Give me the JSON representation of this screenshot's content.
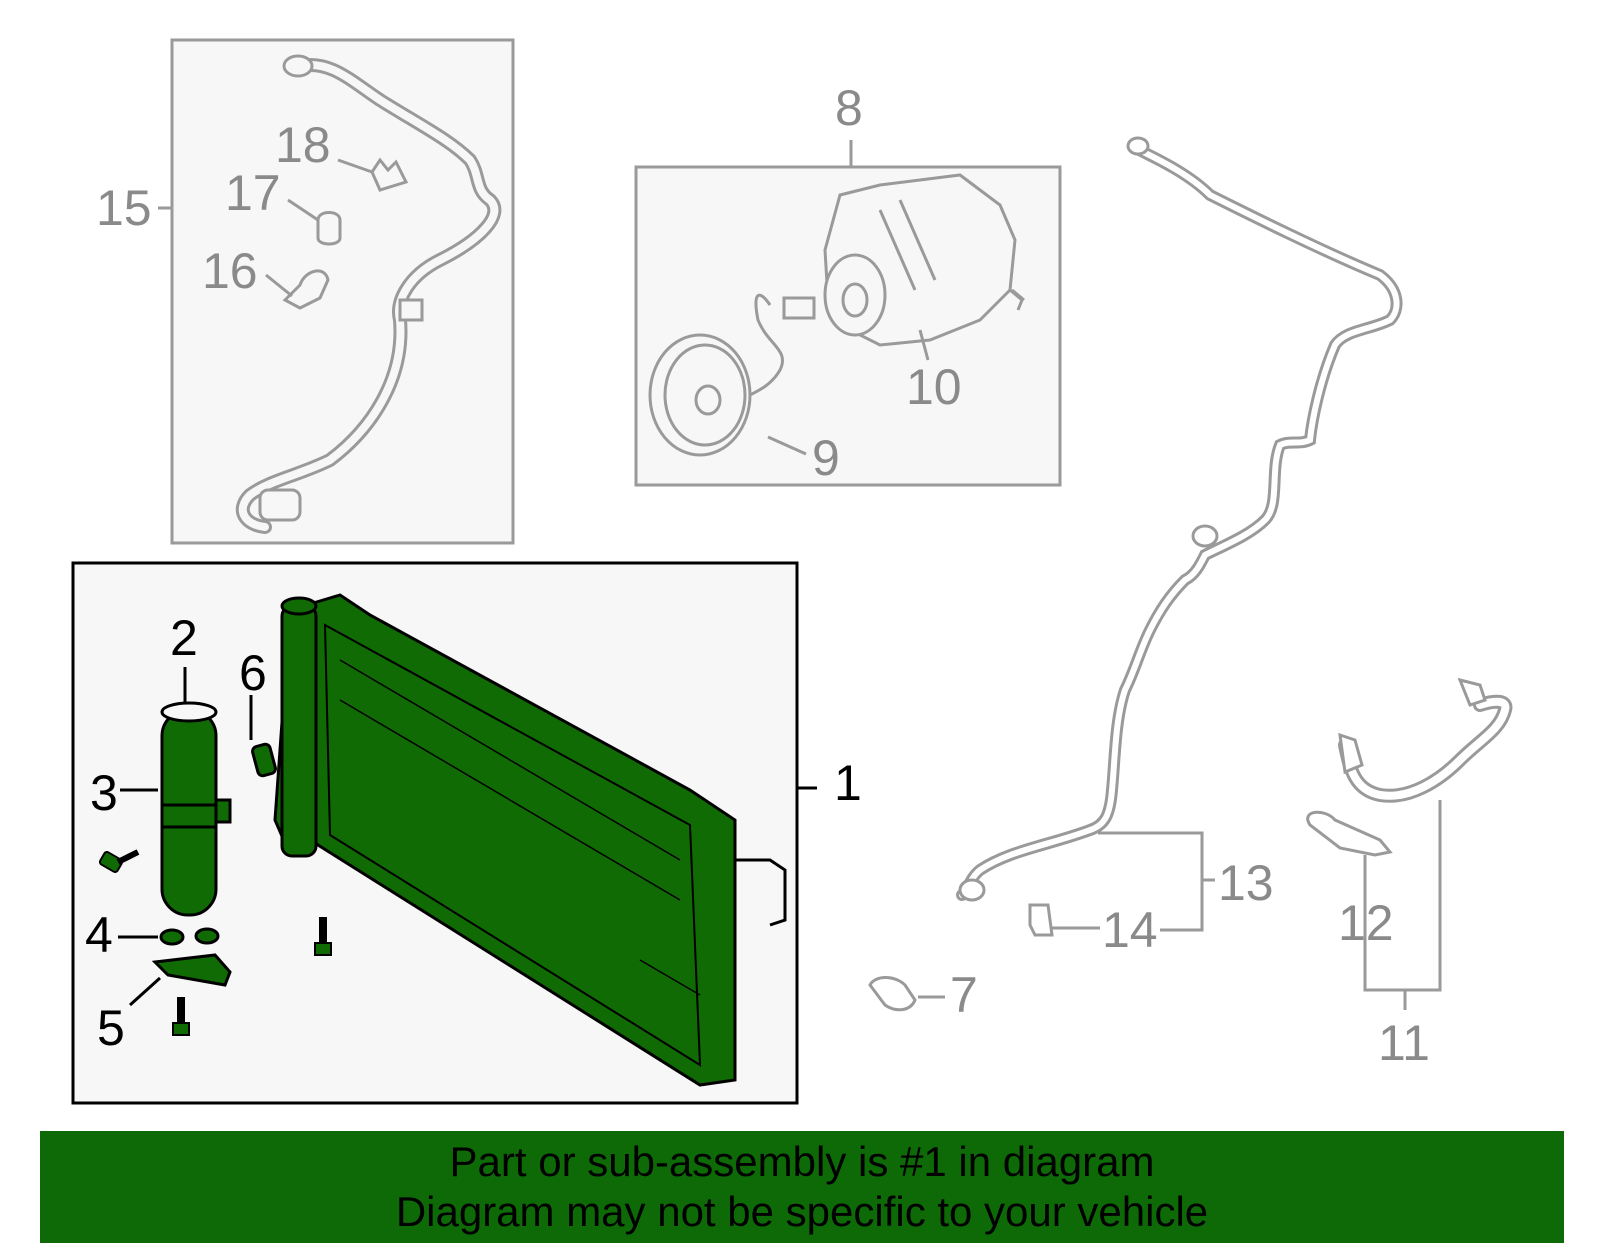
{
  "callouts": {
    "c1": "1",
    "c2": "2",
    "c3": "3",
    "c4": "4",
    "c5": "5",
    "c6": "6",
    "c7": "7",
    "c8": "8",
    "c9": "9",
    "c10": "10",
    "c11": "11",
    "c12": "12",
    "c13": "13",
    "c14": "14",
    "c15": "15",
    "c16": "16",
    "c17": "17",
    "c18": "18"
  },
  "banner": {
    "line1": "Part or sub-assembly is #1 in diagram",
    "line2": "Diagram may not be specific to your vehicle"
  },
  "colors": {
    "highlight": "#0d6a06",
    "highlight_part": "#116b05",
    "outline_gray": "#9a9a9a",
    "panel_bg": "#f7f7f7"
  }
}
